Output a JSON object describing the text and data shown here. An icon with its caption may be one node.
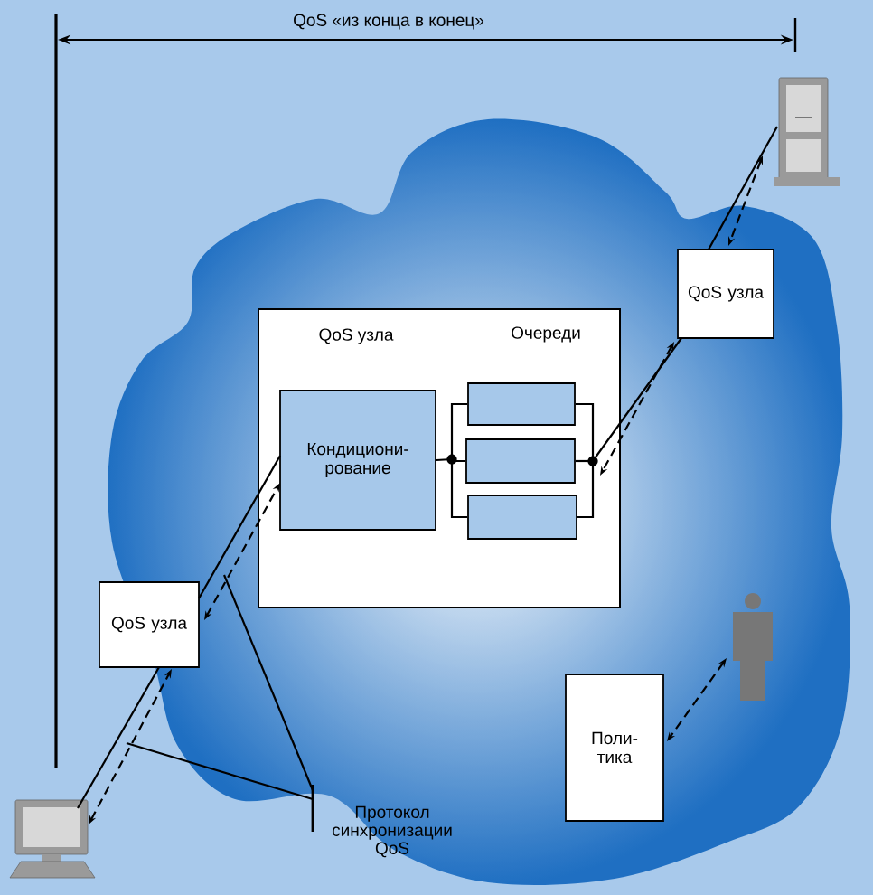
{
  "diagram": {
    "nodes": [
      {
        "text": [],
        "shape": "computer"
      },
      {
        "text": [],
        "shape": "server"
      },
      {
        "text": [
          "QoS узла"
        ]
      },
      {
        "text": [
          "QoS узла",
          "Очереди"
        ]
      },
      {
        "text": [
          "Кондициони-рование"
        ],
        "in": 3
      },
      {
        "text": [],
        "shape": "box",
        "in": 3
      },
      {
        "text": [],
        "shape": "box",
        "in": 3
      },
      {
        "text": [],
        "shape": "box",
        "in": 3
      },
      {
        "text": [
          "QoS узла"
        ]
      },
      {
        "text": [
          "Поли-тика"
        ]
      },
      {
        "text": [],
        "shape": "person"
      },
      {
        "text": [
          "Протокол синхронизации QoS"
        ]
      }
    ],
    "edges": [
      {
        "from": 0,
        "to": 8,
        "arrow": "none"
      },
      {
        "from": 0,
        "to": 8,
        "arrow": "both",
        "style": "dashed"
      },
      {
        "from": 8,
        "to": 4,
        "arrow": "none"
      },
      {
        "from": 8,
        "to": 4,
        "arrow": "both",
        "style": "dashed"
      },
      {
        "from": 4,
        "to": 5,
        "arrow": "none"
      },
      {
        "from": 4,
        "to": 6,
        "arrow": "none"
      },
      {
        "from": 4,
        "to": 7,
        "arrow": "none"
      },
      {
        "from": 5,
        "to": 2,
        "arrow": "none"
      },
      {
        "from": 6,
        "to": 2,
        "arrow": "none"
      },
      {
        "from": 7,
        "to": 2,
        "arrow": "none"
      },
      {
        "from": 2,
        "to": 6,
        "arrow": "both",
        "style": "dashed"
      },
      {
        "from": 1,
        "to": 2,
        "arrow": "none"
      },
      {
        "from": 1,
        "to": 2,
        "arrow": "both",
        "style": "dashed"
      },
      {
        "from": 10,
        "to": 9,
        "arrow": "both",
        "style": "dashed"
      },
      {
        "from": 11,
        "to": null,
        "arrow": "none"
      },
      {
        "from": 11,
        "to": null,
        "arrow": "none"
      }
    ],
    "labels": [
      "QoS «из конца в конец»"
    ]
  }
}
